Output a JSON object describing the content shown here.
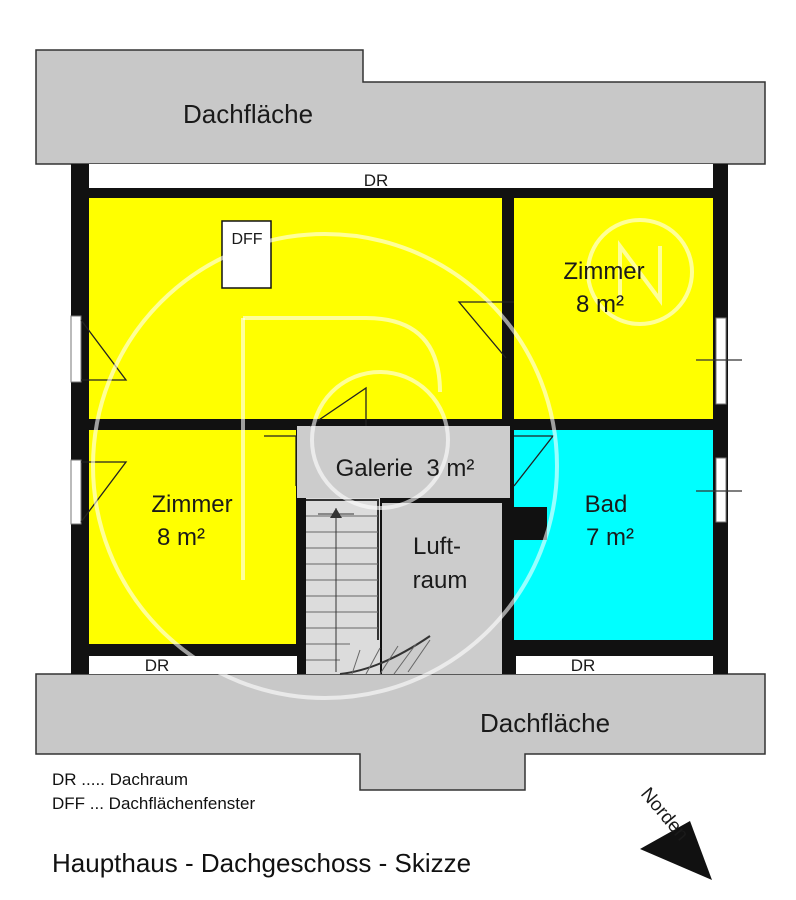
{
  "roofs": {
    "top_label": "Dachfläche",
    "bottom_label": "Dachfläche"
  },
  "attic_spaces": {
    "top": "DR",
    "bottom_left": "DR",
    "bottom_right": "DR"
  },
  "skylight": {
    "label": "DFF"
  },
  "rooms": {
    "zimmer_ne": {
      "name": "Zimmer",
      "area": "8 m²"
    },
    "zimmer_sw": {
      "name": "Zimmer",
      "area": "8 m²"
    },
    "galerie": {
      "name": "Galerie  3 m²"
    },
    "luftraum": {
      "line1": "Luft-",
      "line2": "raum"
    },
    "bad": {
      "name": "Bad",
      "area": "7 m²"
    }
  },
  "legend": {
    "dr": "DR ..... Dachraum",
    "dff": "DFF ... Dachflächenfenster"
  },
  "north": {
    "label": "Norden"
  },
  "caption": "Haupthaus - Dachgeschoss - Skizze",
  "colors": {
    "roof": "#c8c8c8",
    "wall": "#111111",
    "room_yellow": "#ffff00",
    "bath_cyan": "#00ffff",
    "gallery_gray": "#cccccc",
    "watermark": "#ffffff"
  }
}
